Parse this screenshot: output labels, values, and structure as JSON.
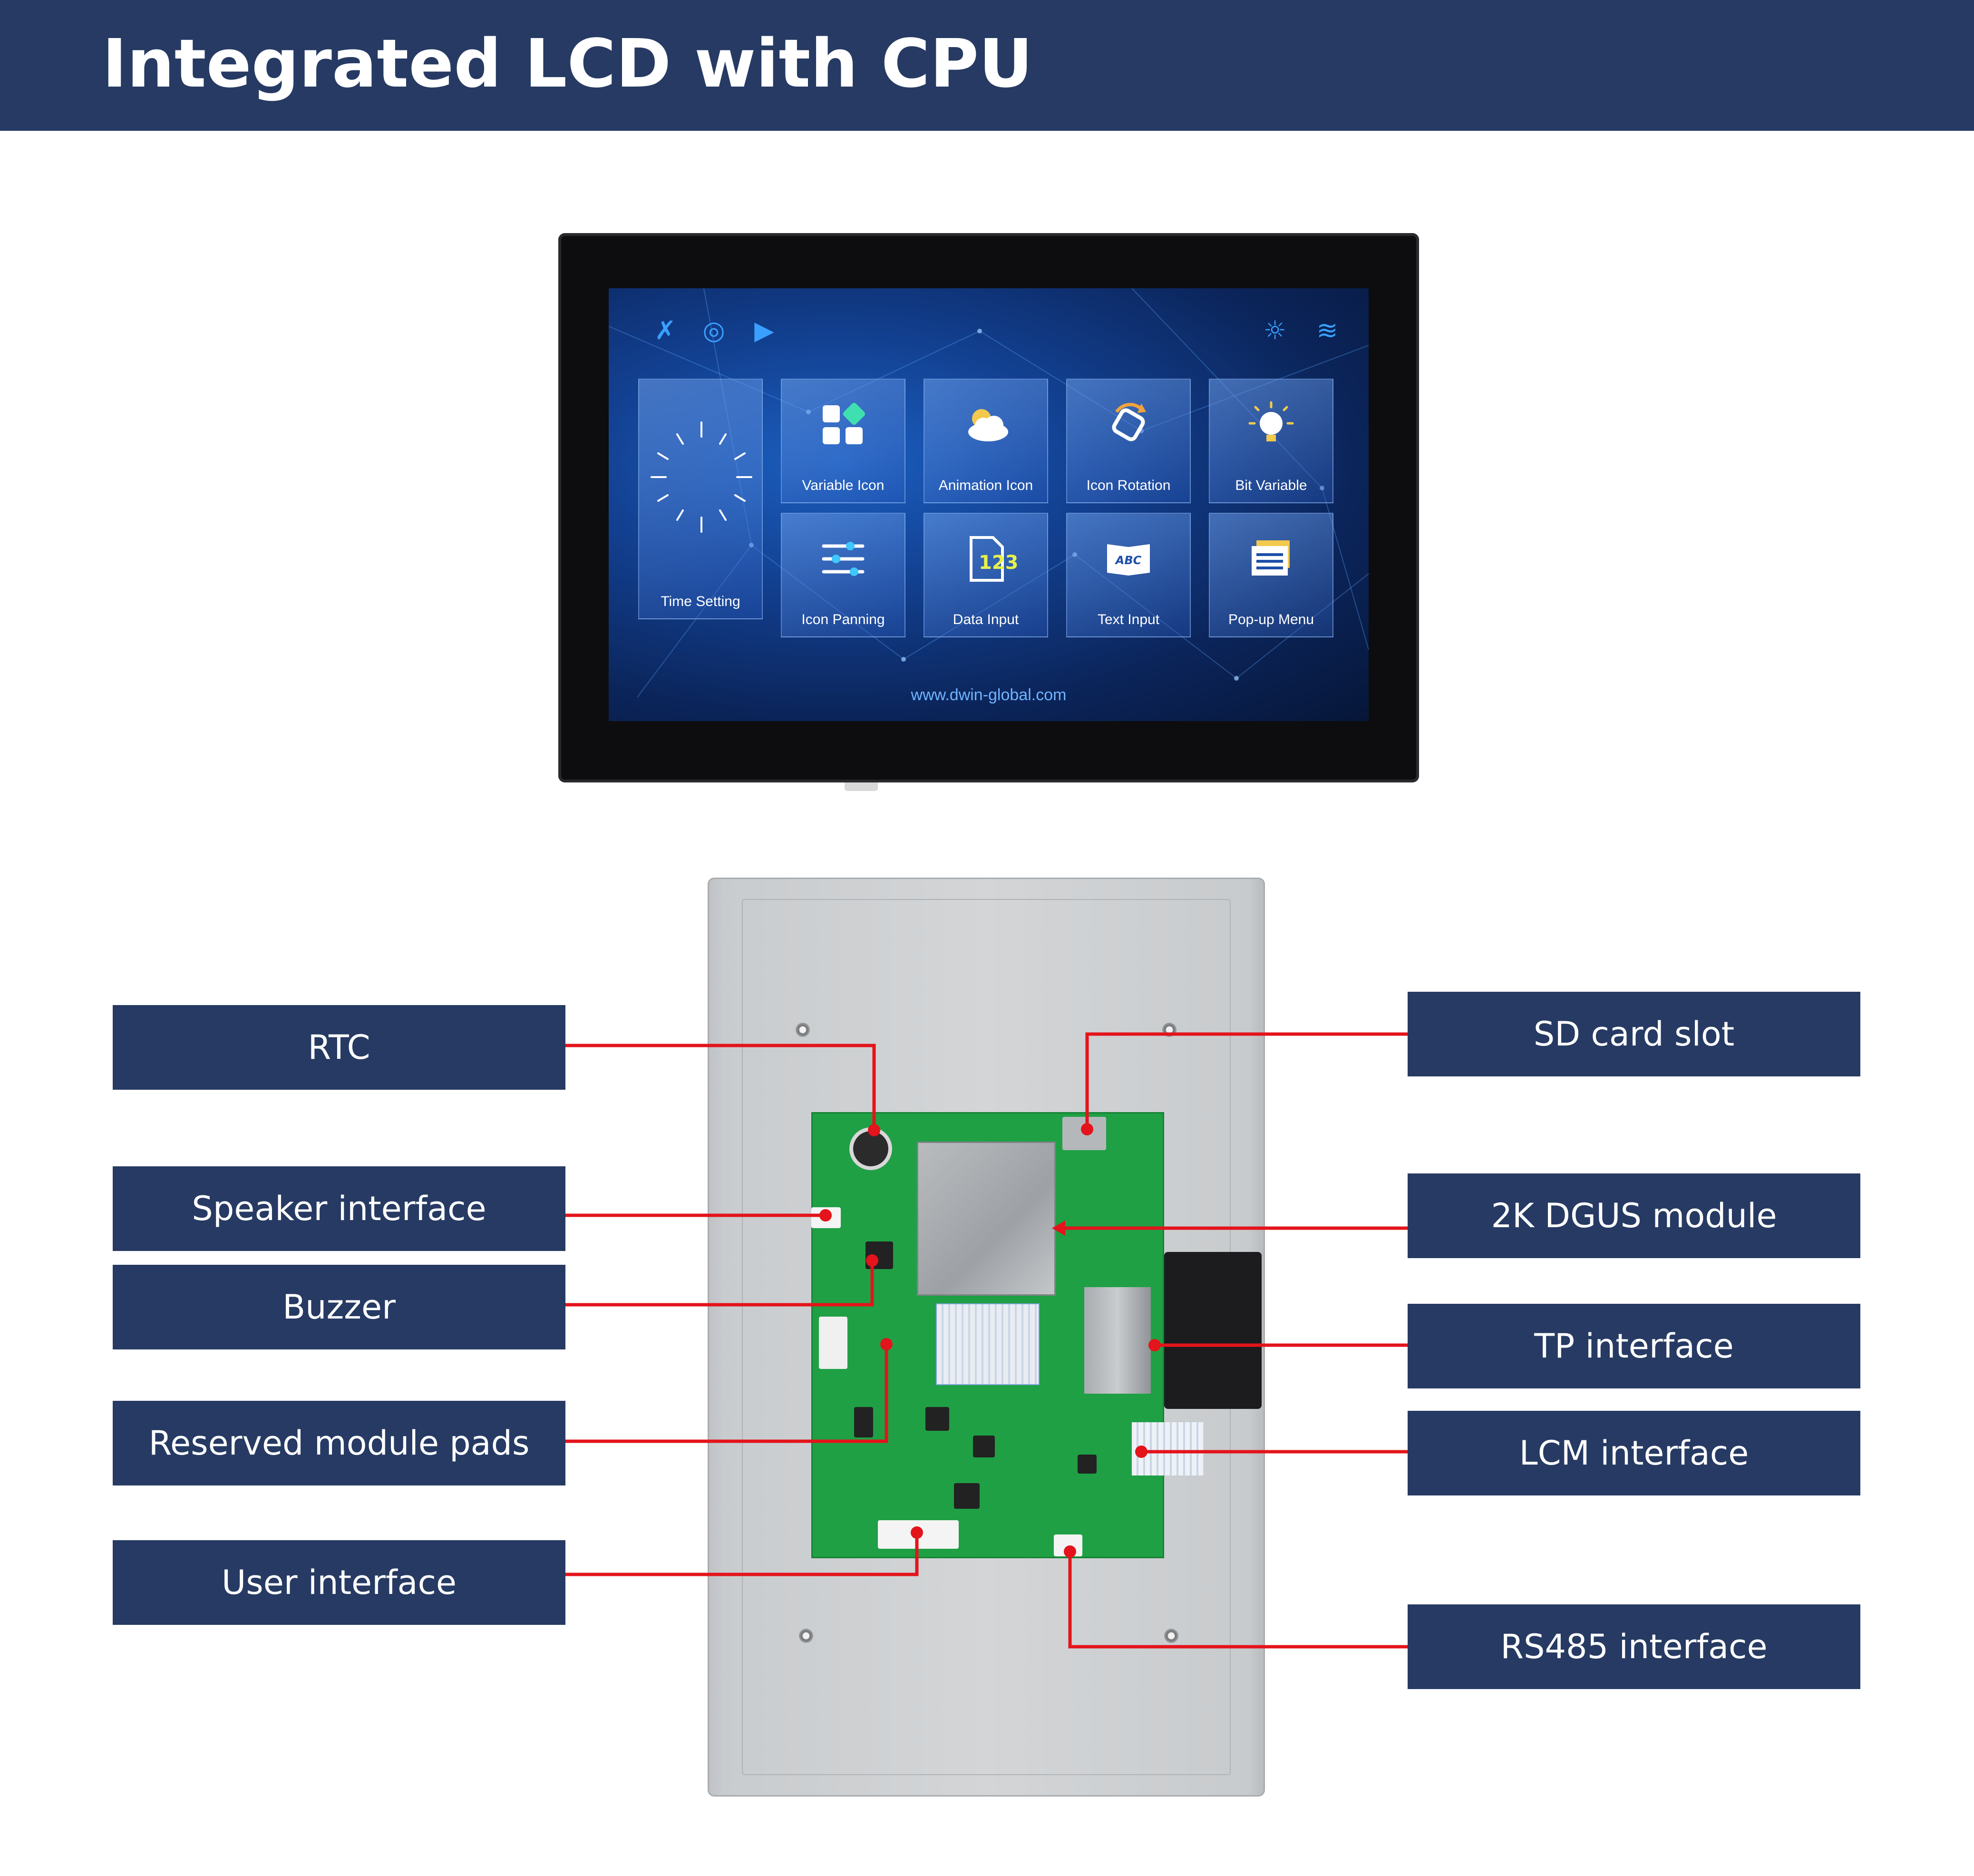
{
  "header": {
    "title": "Integrated LCD with CPU"
  },
  "screen": {
    "tiles": [
      {
        "label": "Time Setting",
        "icon": "clock-icon"
      },
      {
        "label": "Variable Icon",
        "icon": "grid-icon"
      },
      {
        "label": "Animation Icon",
        "icon": "cloud-sun-icon"
      },
      {
        "label": "Icon Rotation",
        "icon": "rotate-icon"
      },
      {
        "label": "Bit Variable",
        "icon": "lightbulb-icon"
      },
      {
        "label": "Icon Panning",
        "icon": "sliders-icon"
      },
      {
        "label": "Data Input",
        "icon": "number-doc-icon"
      },
      {
        "label": "Text Input",
        "icon": "book-abc-icon"
      },
      {
        "label": "Pop-up Menu",
        "icon": "menu-window-icon"
      }
    ],
    "number_glyph": "123",
    "abc_glyph": "ABC",
    "url": "www.dwin-global.com",
    "top_icons": [
      "tools-icon",
      "camera-icon",
      "play-icon",
      "brightness-icon",
      "wifi-icon"
    ]
  },
  "callouts": {
    "left": [
      "RTC",
      "Speaker interface",
      "Buzzer",
      "Reserved module pads",
      "User interface"
    ],
    "right": [
      "SD card slot",
      "2K DGUS module",
      "TP interface",
      "LCM interface",
      "RS485 interface"
    ]
  },
  "colors": {
    "header_bg": "#263a63",
    "callout_bg": "#263a63",
    "leader_line": "#e3141b",
    "pcb_green": "#1fa045",
    "screen_accent": "#3aa0ff"
  }
}
